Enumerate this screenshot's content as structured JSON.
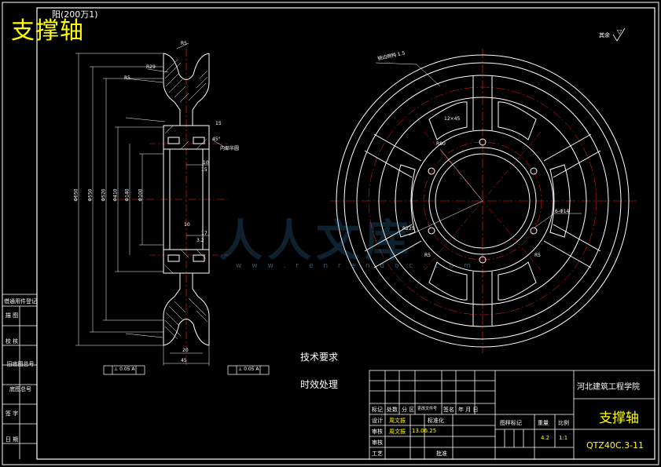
{
  "drawing": {
    "title": "支撑轴",
    "file_id": "阳(200万1)",
    "technical_requirements_title": "技术要求",
    "technical_requirements": [
      "时效处理"
    ],
    "surface_note": "其余",
    "surface_symbol": "▽"
  },
  "side_column": [
    "借通用件登记",
    "描  图",
    "校  核",
    "旧底图总号",
    "底图总号",
    "签  字",
    "日  期"
  ],
  "title_block": {
    "school": "河北建筑工程学院",
    "part_name": "支撑轴",
    "drawing_number": "QTZ40C.3-11",
    "header_cells": [
      "标记",
      "处数",
      "分 区",
      "更改文件号",
      "签名",
      "年 月 日"
    ],
    "mark_headers": [
      "图样标记",
      "重量",
      "比例"
    ],
    "weight": "4.2",
    "scale": "1:1",
    "rows": [
      {
        "label": "设计",
        "name": "周文振",
        "extra_label": "标准化",
        "extra_value": ""
      },
      {
        "label": "审核",
        "name": "周文振",
        "date": "13.06.25"
      },
      {
        "label": "审核",
        "name": ""
      },
      {
        "label": "工艺",
        "name": "",
        "extra_label": "批准"
      }
    ]
  },
  "section_view": {
    "dims_vertical": [
      "Φ650",
      "Φ550",
      "Φ520",
      "Φ410",
      "Φ140",
      "Φ100"
    ],
    "dims_horizontal": [
      "20",
      "45",
      "10",
      "17"
    ],
    "labels": [
      "R5",
      "R29",
      "R5",
      "15",
      "10",
      "3.2",
      "15",
      "45°",
      "内部半圆"
    ],
    "tolerance_frames": [
      "⊥ 0.05 A",
      "⊥ 0.05 A"
    ]
  },
  "front_view": {
    "labels": [
      "6-Φ14",
      "R225",
      "R80",
      "R5",
      "R5",
      "12×45"
    ],
    "tolerance_note": "锐边倒钝 1.5"
  },
  "watermark": {
    "text": "人人文库",
    "url": "w w w . r e n r e n d o c . c o m"
  },
  "colors": {
    "background": "#000000",
    "line": "#ffffff",
    "center": "#ff2020",
    "title": "#ffff00",
    "watermark": "#3c96d2"
  }
}
